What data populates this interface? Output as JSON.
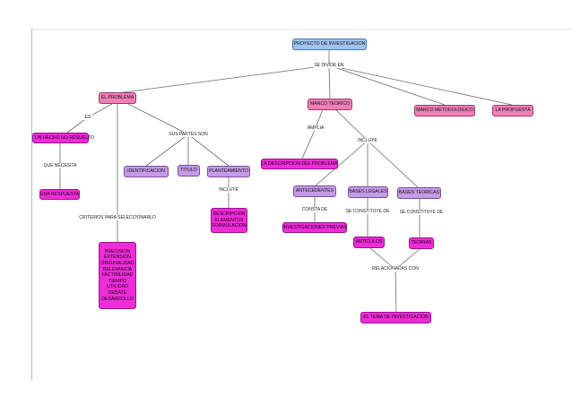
{
  "nodes": {
    "root": "PROYECTO DE INVESTIGACION",
    "problema": "EL PROBLEMA",
    "marco_teorico": "MARCO TEORICO",
    "marco_metodologico": "MARCO METODOLOGICO",
    "propuesta": "LA PROPUESTA",
    "hecho": "UN HECHO NO RESUELTO",
    "respuesta": "UNA RESPUESTA",
    "identificacion": "IDENTIFICACION",
    "titulo": "TITULO",
    "planteamiento": "PLANTEAMIENTO",
    "planteamiento_incluye": [
      "DESCRIPCION",
      "ELEMENTOS",
      "FORMULACION"
    ],
    "criterios_lista": [
      "PRECISION",
      "EXTENSION",
      "ORIGINALIDAD",
      "RELEVANCIA",
      "FACTIBILIDAD",
      "TIEMPO",
      "UTILIDAD",
      "DEBATE",
      "DESARROLLO"
    ],
    "descripcion_problema": "LA DESCRIPCION DEL PROBLEMA",
    "antecedentes": "ANTECEDENTES",
    "bases_legales": "BASES LEGALES",
    "bases_teoricas": "BASES TEORICAS",
    "investigaciones": "INVESTIGACIONES PREVIAS",
    "articulos": "ARTICULOS",
    "teorias": "TEORIAS",
    "tema": "EL TEMA DE INVESTIGACION"
  },
  "links": {
    "se_divide_en": "SE DIVIDE EN",
    "es": "ES",
    "que_necesita": "QUE NECESITA",
    "sus_partes_son": "SUS PARTES SON",
    "incluye_1": "INCLUYE",
    "criterios": "CRITERIOS PARA SELECCIONARLO",
    "amplia": "AMPLIA",
    "incluye_2": "INCLUYE",
    "consta_de": "CONSTA DE",
    "se_constituye_de_1": "SE CONSTITUYE DE",
    "se_constituye_de_2": "SE CONSTITUYE DE",
    "relacionadas_con": "RELACIONADAS CON"
  },
  "colors": {
    "root": "#9ec4ef",
    "concept_pink": "#f07fb8",
    "concept_lavender": "#c59ae6",
    "concept_magenta": "#ee2cd8",
    "connector": "#6b6b6b"
  }
}
